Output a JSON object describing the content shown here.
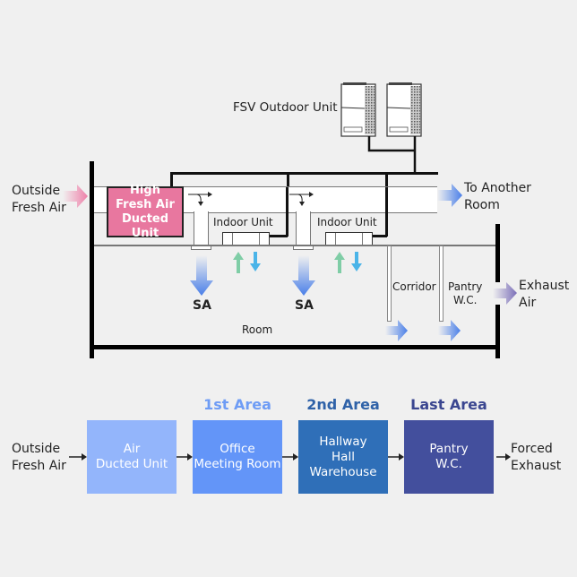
{
  "diagram": {
    "outdoor_unit_label": "FSV Outdoor Unit",
    "inlet_label": [
      "Outside",
      "Fresh Air"
    ],
    "fresh_air_unit_label": [
      "High",
      "Fresh Air",
      "Ducted Unit"
    ],
    "to_another_room_label": [
      "To Another",
      "Room"
    ],
    "indoor_units": [
      {
        "label": "Indoor Unit"
      },
      {
        "label": "Indoor Unit"
      }
    ],
    "supply_air_labels": [
      "SA",
      "SA"
    ],
    "room_label": "Room",
    "corridor_label": "Corridor",
    "pantry_label": [
      "Pantry",
      "W.C."
    ],
    "exhaust_label": [
      "Exhaust",
      "Air"
    ]
  },
  "flow": {
    "start_label": [
      "Outside",
      "Fresh Air"
    ],
    "end_label": [
      "Forced",
      "Exhaust"
    ],
    "stages": [
      {
        "heading": "",
        "lines": [
          "Air",
          "Ducted Unit"
        ],
        "color": "#93b5fb",
        "heading_color": ""
      },
      {
        "heading": "1st Area",
        "lines": [
          "Office",
          "Meeting Room"
        ],
        "color": "#6395f8",
        "heading_color": "#6e9cf5"
      },
      {
        "heading": "2nd Area",
        "lines": [
          "Hallway",
          "Hall Warehouse"
        ],
        "color": "#2f6fb8",
        "heading_color": "#2f62a8"
      },
      {
        "heading": "Last Area",
        "lines": [
          "Pantry",
          "W.C."
        ],
        "color": "#434f9d",
        "heading_color": "#3a4690"
      }
    ]
  },
  "colors": {
    "fresh_air_unit": "#e8779f",
    "inlet_arrow": "#ee7fa8",
    "supply_arrow": "#4a7fe8",
    "exhaust_arrow": "#7b6fb8",
    "return_arrow": "#7fcda6",
    "cool_arrow": "#4ab4e8"
  }
}
